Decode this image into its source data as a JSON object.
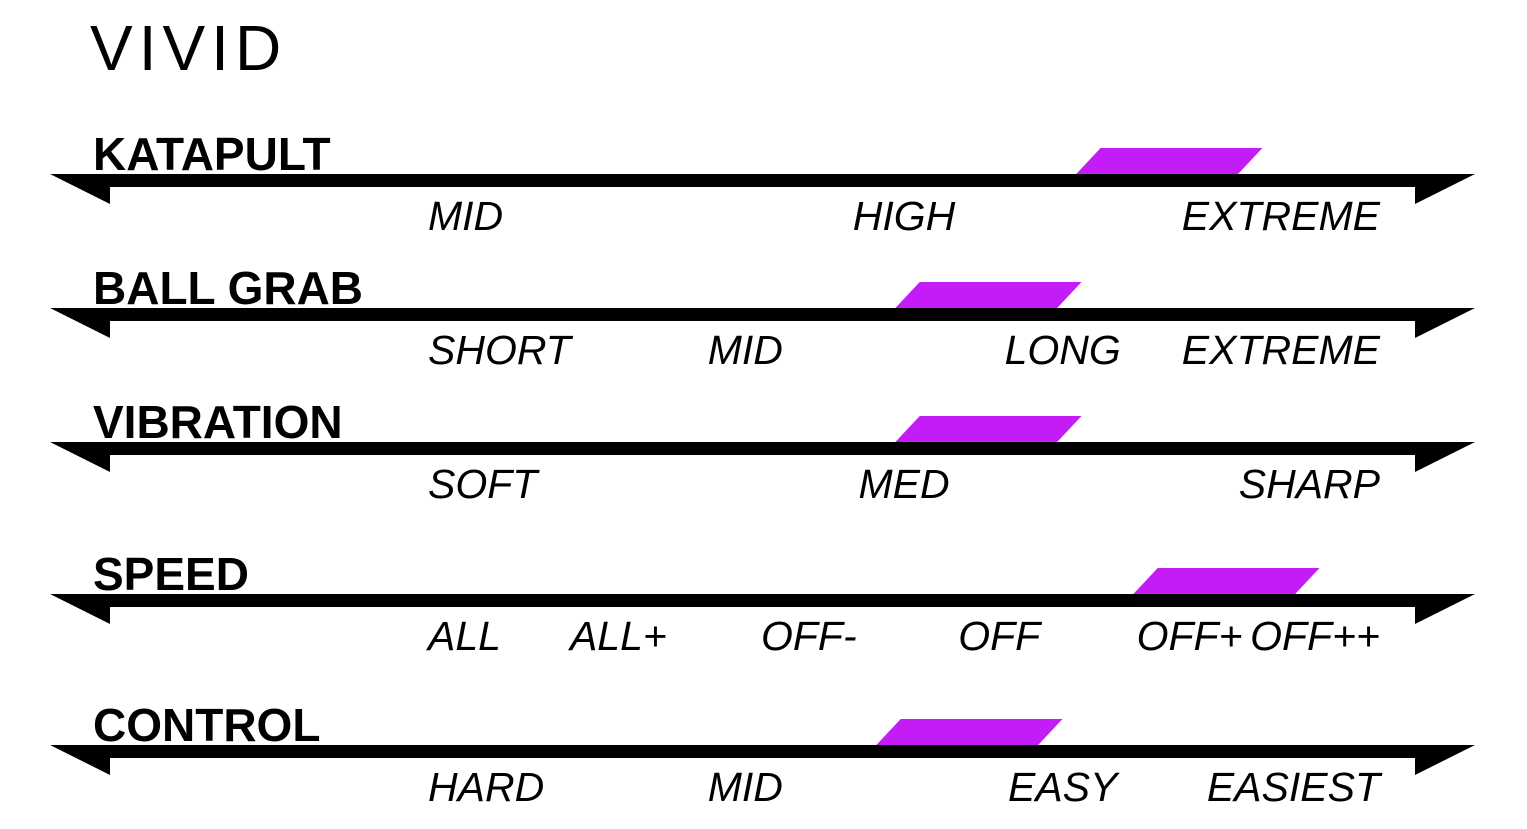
{
  "brand": "VIVID",
  "chart_data": {
    "type": "bar",
    "title": "",
    "rows": [
      {
        "name": "KATAPULT",
        "ticks": [
          "MID",
          "HIGH",
          "EXTREME"
        ],
        "range": [
          0.675,
          0.845
        ]
      },
      {
        "name": "BALL GRAB",
        "ticks": [
          "SHORT",
          "MID",
          "LONG",
          "EXTREME"
        ],
        "range": [
          0.485,
          0.655
        ]
      },
      {
        "name": "VIBRATION",
        "ticks": [
          "SOFT",
          "MED",
          "SHARP"
        ],
        "range": [
          0.485,
          0.655
        ]
      },
      {
        "name": "SPEED",
        "ticks": [
          "ALL",
          "ALL+",
          "OFF-",
          "OFF",
          "OFF+",
          "OFF++"
        ],
        "range": [
          0.735,
          0.905
        ]
      },
      {
        "name": "CONTROL",
        "ticks": [
          "HARD",
          "MID",
          "EASY",
          "EASIEST"
        ],
        "range": [
          0.465,
          0.635
        ]
      }
    ],
    "colors": {
      "bar": "#c41cf6",
      "axis": "#000000",
      "text": "#000000"
    }
  }
}
